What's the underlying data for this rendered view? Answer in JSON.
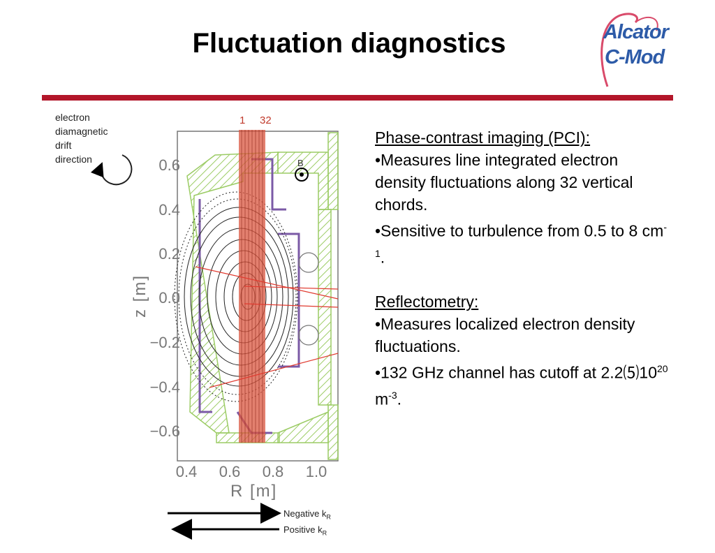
{
  "slide": {
    "title": "Fluctuation diagnostics",
    "logo": {
      "line1": "Alcator",
      "line2": "C-Mod"
    }
  },
  "figure": {
    "drift_label": [
      "electron",
      "diamagnetic",
      "drift",
      "direction"
    ],
    "channel_labels": [
      "1",
      "32"
    ],
    "b_label": "B",
    "y_ticks": [
      "0.6",
      "0.4",
      "0.2",
      "0.0",
      "−0.2",
      "−0.4",
      "−0.6"
    ],
    "x_ticks": [
      "0.4",
      "0.6",
      "0.8",
      "1.0"
    ],
    "x_label": "R [m]",
    "y_label": "z [m]",
    "arrows": [
      {
        "label": "Negative k",
        "sub": "R"
      },
      {
        "label": "Positive k",
        "sub": "R"
      }
    ],
    "colors": {
      "chords": "#d9553f",
      "wall_hatch": "#9ccc65",
      "tiles": "#7b5aa6",
      "reflect": "#e03a2f"
    }
  },
  "text": {
    "pci_heading": "Phase-contrast imaging (PCI):",
    "pci_b1": "•Measures line integrated electron density fluctuations along 32 vertical chords.",
    "pci_b2_pre": "•Sensitive to turbulence from 0.5 to 8 cm",
    "pci_b2_sup": "-1",
    "pci_b2_post": ".",
    "refl_heading": "Reflectometry:",
    "refl_b1": "•Measures localized electron density fluctuations.",
    "refl_b2_pre": "•132 GHz channel has cutoff at 2.2⑸10",
    "refl_b2_sup1": "20",
    "refl_b2_mid": " m",
    "refl_b2_sup2": "-3",
    "refl_b2_post": "."
  }
}
